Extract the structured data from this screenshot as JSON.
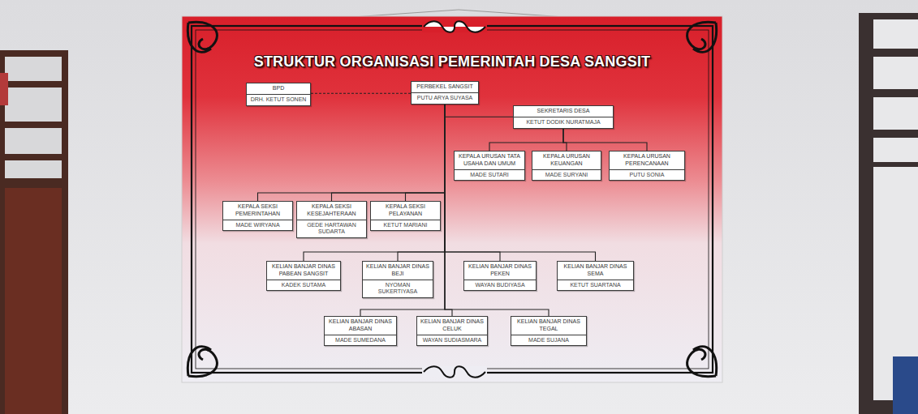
{
  "diagram": {
    "title": "STRUKTUR ORGANISASI PEMERINTAH DESA SANGSIT",
    "nodes": [
      {
        "text": [
          "BPD",
          "DRH. KETUT SONEN"
        ]
      },
      {
        "text": [
          "PERBEKEL SANGSIT",
          "PUTU ARYA SUYASA"
        ]
      },
      {
        "text": [
          "SEKRETARIS DESA",
          "KETUT DODIK NURATMAJA"
        ]
      },
      {
        "text": [
          "KEPALA URUSAN TATA USAHA DAN UMUM",
          "MADE SUTARI"
        ]
      },
      {
        "text": [
          "KEPALA URUSAN KEUANGAN",
          "MADE SURYANI"
        ]
      },
      {
        "text": [
          "KEPALA URUSAN PERENCANAAN",
          "PUTU SONIA"
        ]
      },
      {
        "text": [
          "KEPALA SEKSI PEMERINTAHAN",
          "MADE WIRYANA"
        ]
      },
      {
        "text": [
          "KEPALA SEKSI KESEJAHTERAAN",
          "GEDE HARTAWAN SUDARTA"
        ]
      },
      {
        "text": [
          "KEPALA SEKSI PELAYANAN",
          "KETUT MARIANI"
        ]
      },
      {
        "text": [
          "KELIAN BANJAR DINAS PABEAN SANGSIT",
          "KADEK SUTAMA"
        ]
      },
      {
        "text": [
          "KELIAN BANJAR DINAS BEJI",
          "NYOMAN SUKERTIYASA"
        ]
      },
      {
        "text": [
          "KELIAN BANJAR DINAS PEKEN",
          "WAYAN BUDIYASA"
        ]
      },
      {
        "text": [
          "KELIAN BANJAR DINAS SEMA",
          "KETUT SUARTANA"
        ]
      },
      {
        "text": [
          "KELIAN BANJAR DINAS ABASAN",
          "MADE SUMEDANA"
        ]
      },
      {
        "text": [
          "KELIAN BANJAR DINAS CELUK",
          "WAYAN SUDIASMARA"
        ]
      },
      {
        "text": [
          "KELIAN BANJAR DINAS TEGAL",
          "MADE SUJANA"
        ]
      }
    ],
    "edges": [
      {
        "from": 0,
        "to": 1,
        "arrow": "none"
      },
      {
        "from": 1,
        "to": 2,
        "arrow": "none"
      },
      {
        "from": 2,
        "to": 3,
        "arrow": "none"
      },
      {
        "from": 2,
        "to": 4,
        "arrow": "none"
      },
      {
        "from": 2,
        "to": 5,
        "arrow": "none"
      },
      {
        "from": 1,
        "to": 6,
        "arrow": "none"
      },
      {
        "from": 1,
        "to": 7,
        "arrow": "none"
      },
      {
        "from": 1,
        "to": 8,
        "arrow": "none"
      },
      {
        "from": 1,
        "to": 9,
        "arrow": "none"
      },
      {
        "from": 1,
        "to": 10,
        "arrow": "none"
      },
      {
        "from": 1,
        "to": 11,
        "arrow": "none"
      },
      {
        "from": 1,
        "to": 12,
        "arrow": "none"
      },
      {
        "from": 1,
        "to": 13,
        "arrow": "none"
      },
      {
        "from": 1,
        "to": 14,
        "arrow": "none"
      },
      {
        "from": 1,
        "to": 15,
        "arrow": "none"
      }
    ]
  }
}
